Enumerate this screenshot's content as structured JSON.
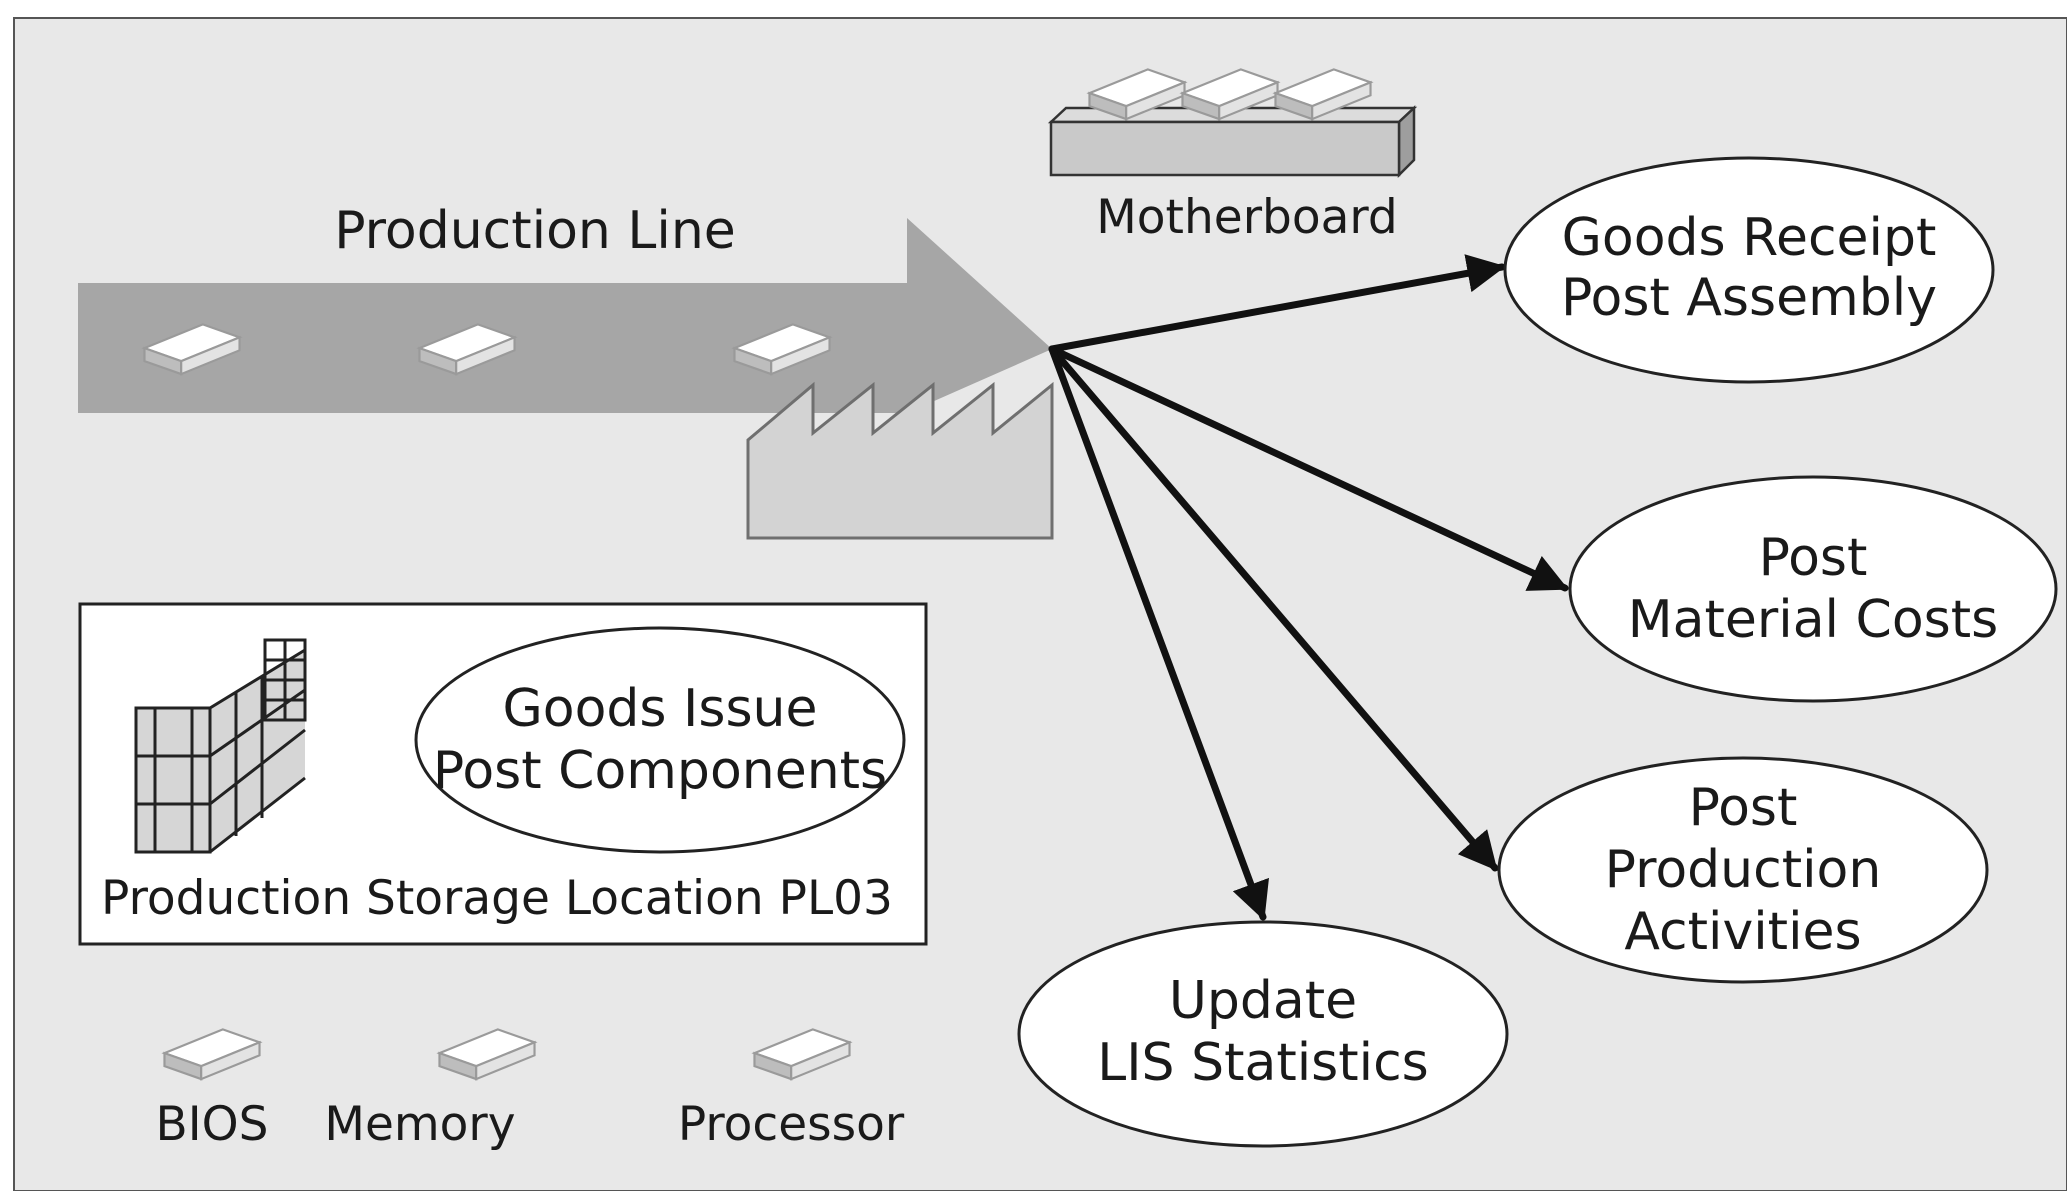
{
  "colors": {
    "background": "#e8e8e8",
    "frame": "#555555",
    "production_line_arrow": "#a6a6a6",
    "factory": "#d3d3d3",
    "motherboard": "#c9c9c9",
    "component_block": "#ffffff",
    "flow_arrow": "#111111",
    "node_fill": "#ffffff"
  },
  "production_line": {
    "label": "Production Line"
  },
  "motherboard": {
    "label": "Motherboard"
  },
  "storage": {
    "label": "Production Storage Location PL03",
    "goods_issue": {
      "line1": "Goods Issue",
      "line2": "Post Components"
    }
  },
  "outcomes": {
    "goods_receipt": {
      "line1": "Goods Receipt",
      "line2": "Post Assembly"
    },
    "material_costs": {
      "line1": "Post",
      "line2": "Material Costs"
    },
    "production_activities": {
      "line1": "Post",
      "line2": "Production",
      "line3": "Activities"
    },
    "lis_statistics": {
      "line1": "Update",
      "line2": "LIS Statistics"
    }
  },
  "legend": {
    "bios": "BIOS",
    "memory": "Memory",
    "processor": "Processor"
  },
  "icons": {
    "component": "component-block-icon",
    "factory": "factory-icon",
    "warehouse": "warehouse-rack-icon",
    "motherboard": "motherboard-icon"
  }
}
